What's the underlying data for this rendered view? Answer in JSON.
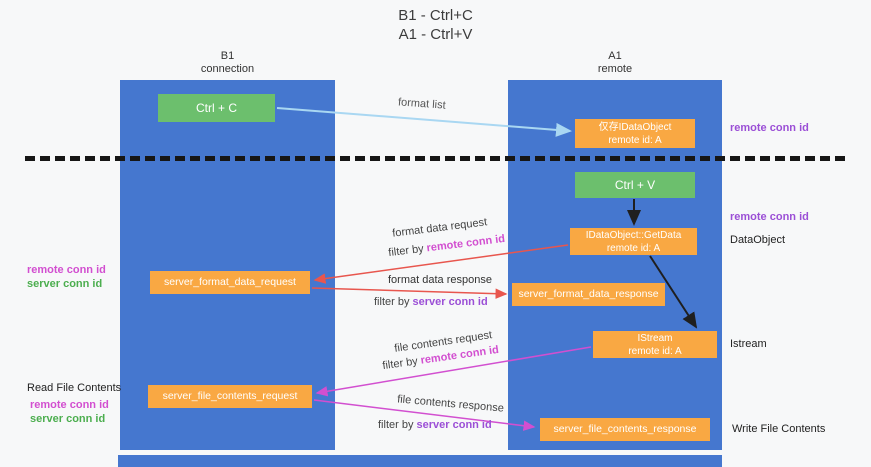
{
  "title": {
    "line1": "B1 - Ctrl+C",
    "line2": "A1 - Ctrl+V"
  },
  "lifelines": {
    "left": {
      "name": "B1",
      "role": "connection"
    },
    "right": {
      "name": "A1",
      "role": "remote"
    }
  },
  "nodes": {
    "ctrl_c": {
      "label": "Ctrl + C"
    },
    "ctrl_v": {
      "label": "Ctrl + V"
    },
    "dataobject_proxy": {
      "line1": "仅存IDataObject",
      "line2": "remote id: A"
    },
    "getdata": {
      "line1": "IDataObject::GetData",
      "line2": "remote id: A"
    },
    "istream": {
      "line1": "IStream",
      "line2": "remote id: A"
    },
    "format_request": {
      "label": "server_format_data_request"
    },
    "format_response": {
      "label": "server_format_data_response"
    },
    "file_request": {
      "label": "server_file_contents_request"
    },
    "file_response": {
      "label": "server_file_contents_response"
    }
  },
  "flows": {
    "format_list": {
      "label": "format list"
    },
    "format_request": {
      "label": "format data request",
      "filter_prefix": "filter by ",
      "filter_key": "remote conn id"
    },
    "format_response": {
      "label": "format data response",
      "filter_prefix": "filter by ",
      "filter_key": "server conn id"
    },
    "file_request": {
      "label": "file contents request",
      "filter_prefix": "filter by ",
      "filter_key": "remote conn id"
    },
    "file_response": {
      "label": "file contents response",
      "filter_prefix": "filter by ",
      "filter_key": "server conn id"
    }
  },
  "annotations": {
    "right": {
      "remote_conn_top": "remote conn id",
      "remote_conn_mid": "remote conn id",
      "dataobject": "DataObject",
      "istream": "Istream",
      "write_file": "Write File Contents"
    },
    "left": {
      "remote_conn_mid": "remote conn id",
      "server_conn_mid": "server conn id",
      "read_file": "Read File Contents",
      "remote_conn_bottom": "remote conn id",
      "server_conn_bottom": "server conn id"
    }
  },
  "colors": {
    "lane_blue": "#4577cf",
    "node_orange": "#f9a843",
    "node_green": "#6cbf6d",
    "arrow_light_blue": "#a9d7f2",
    "arrow_red": "#e8564e",
    "arrow_magenta": "#d24fd0",
    "arrow_black": "#1f1f1f",
    "text_magenta": "#d24fd0",
    "text_purple": "#9b4fd6",
    "text_green": "#4cae4f"
  }
}
